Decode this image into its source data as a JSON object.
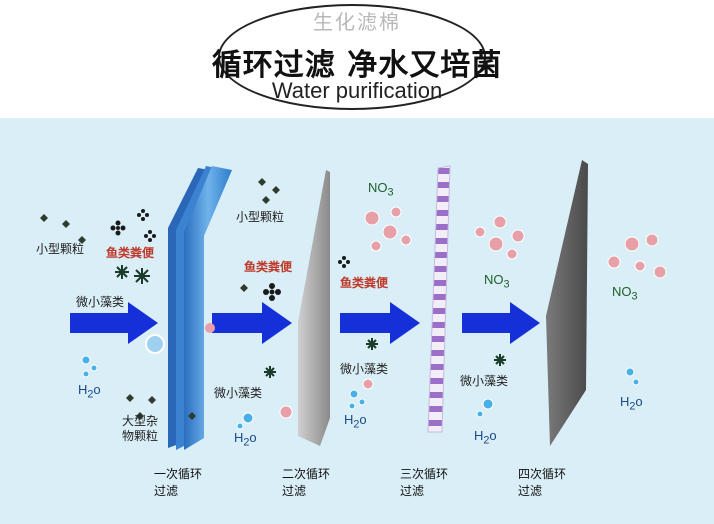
{
  "header": {
    "subtitle_cn": "生化滤棉",
    "title_cn": "循环过滤  净水又培菌",
    "subtitle_en": "Water purification"
  },
  "labels": {
    "small_particles": "小型颗粒",
    "fish_waste": "鱼类粪便",
    "micro_algae": "微小藻类",
    "large_debris_line1": "大型杂",
    "large_debris_line2": "物颗粒",
    "no3": "NO",
    "no3_sub": "3",
    "h2o_h": "H",
    "h2o_sub": "2",
    "h2o_o": "o"
  },
  "stages": [
    {
      "line1": "一次循环",
      "line2": "过滤"
    },
    {
      "line1": "二次循环",
      "line2": "过滤"
    },
    {
      "line1": "三次循环",
      "line2": "过滤"
    },
    {
      "line1": "四次循环",
      "line2": "过滤"
    }
  ],
  "colors": {
    "panel_bg": "#d9eef6",
    "arrow_blue": "#1530d8",
    "filter1": "#3d8fd6",
    "fish_waste_red": "#c0392b",
    "nitrate_pink": "#e8a0a8",
    "bubble_blue": "#48b0e8"
  }
}
